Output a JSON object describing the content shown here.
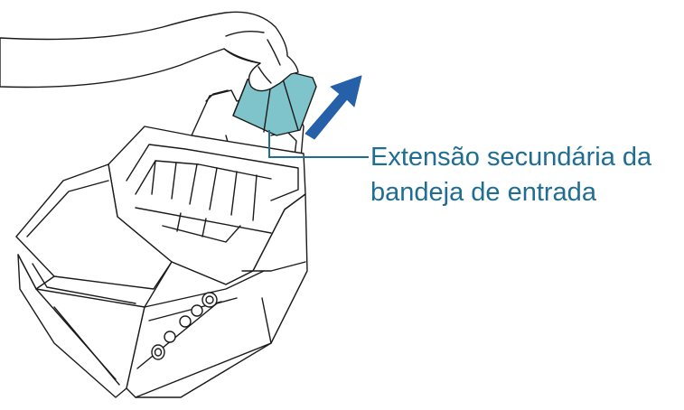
{
  "callout": {
    "line1": "Extensão secundária da",
    "line2": "bandeja de entrada"
  },
  "colors": {
    "callout_text": "#1f6d93",
    "leader_line": "#1f6d93",
    "arrow": "#2560a8",
    "tray_extension": "#7fc4cb",
    "outline": "#1a1a1a"
  },
  "icons": {
    "arrow": "up-right-arrow",
    "hand": "hand-pulling"
  }
}
